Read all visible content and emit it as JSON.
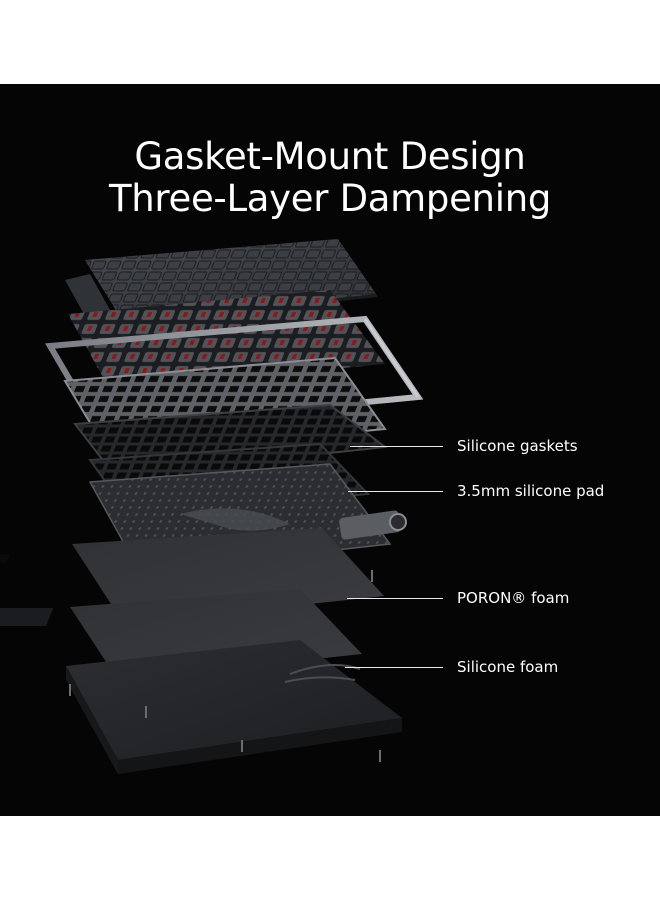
{
  "heading": {
    "line1": "Gasket-Mount Design",
    "line2": "Three-Layer Dampening"
  },
  "callouts": [
    {
      "label": "Silicone gaskets"
    },
    {
      "label": "3.5mm silicone pad"
    },
    {
      "label": "PORON® foam"
    },
    {
      "label": "Silicone foam"
    }
  ],
  "colors": {
    "background": "#050505",
    "outer": "#ffffff",
    "text": "#ffffff",
    "switch_stem": "#8a1a1a"
  }
}
